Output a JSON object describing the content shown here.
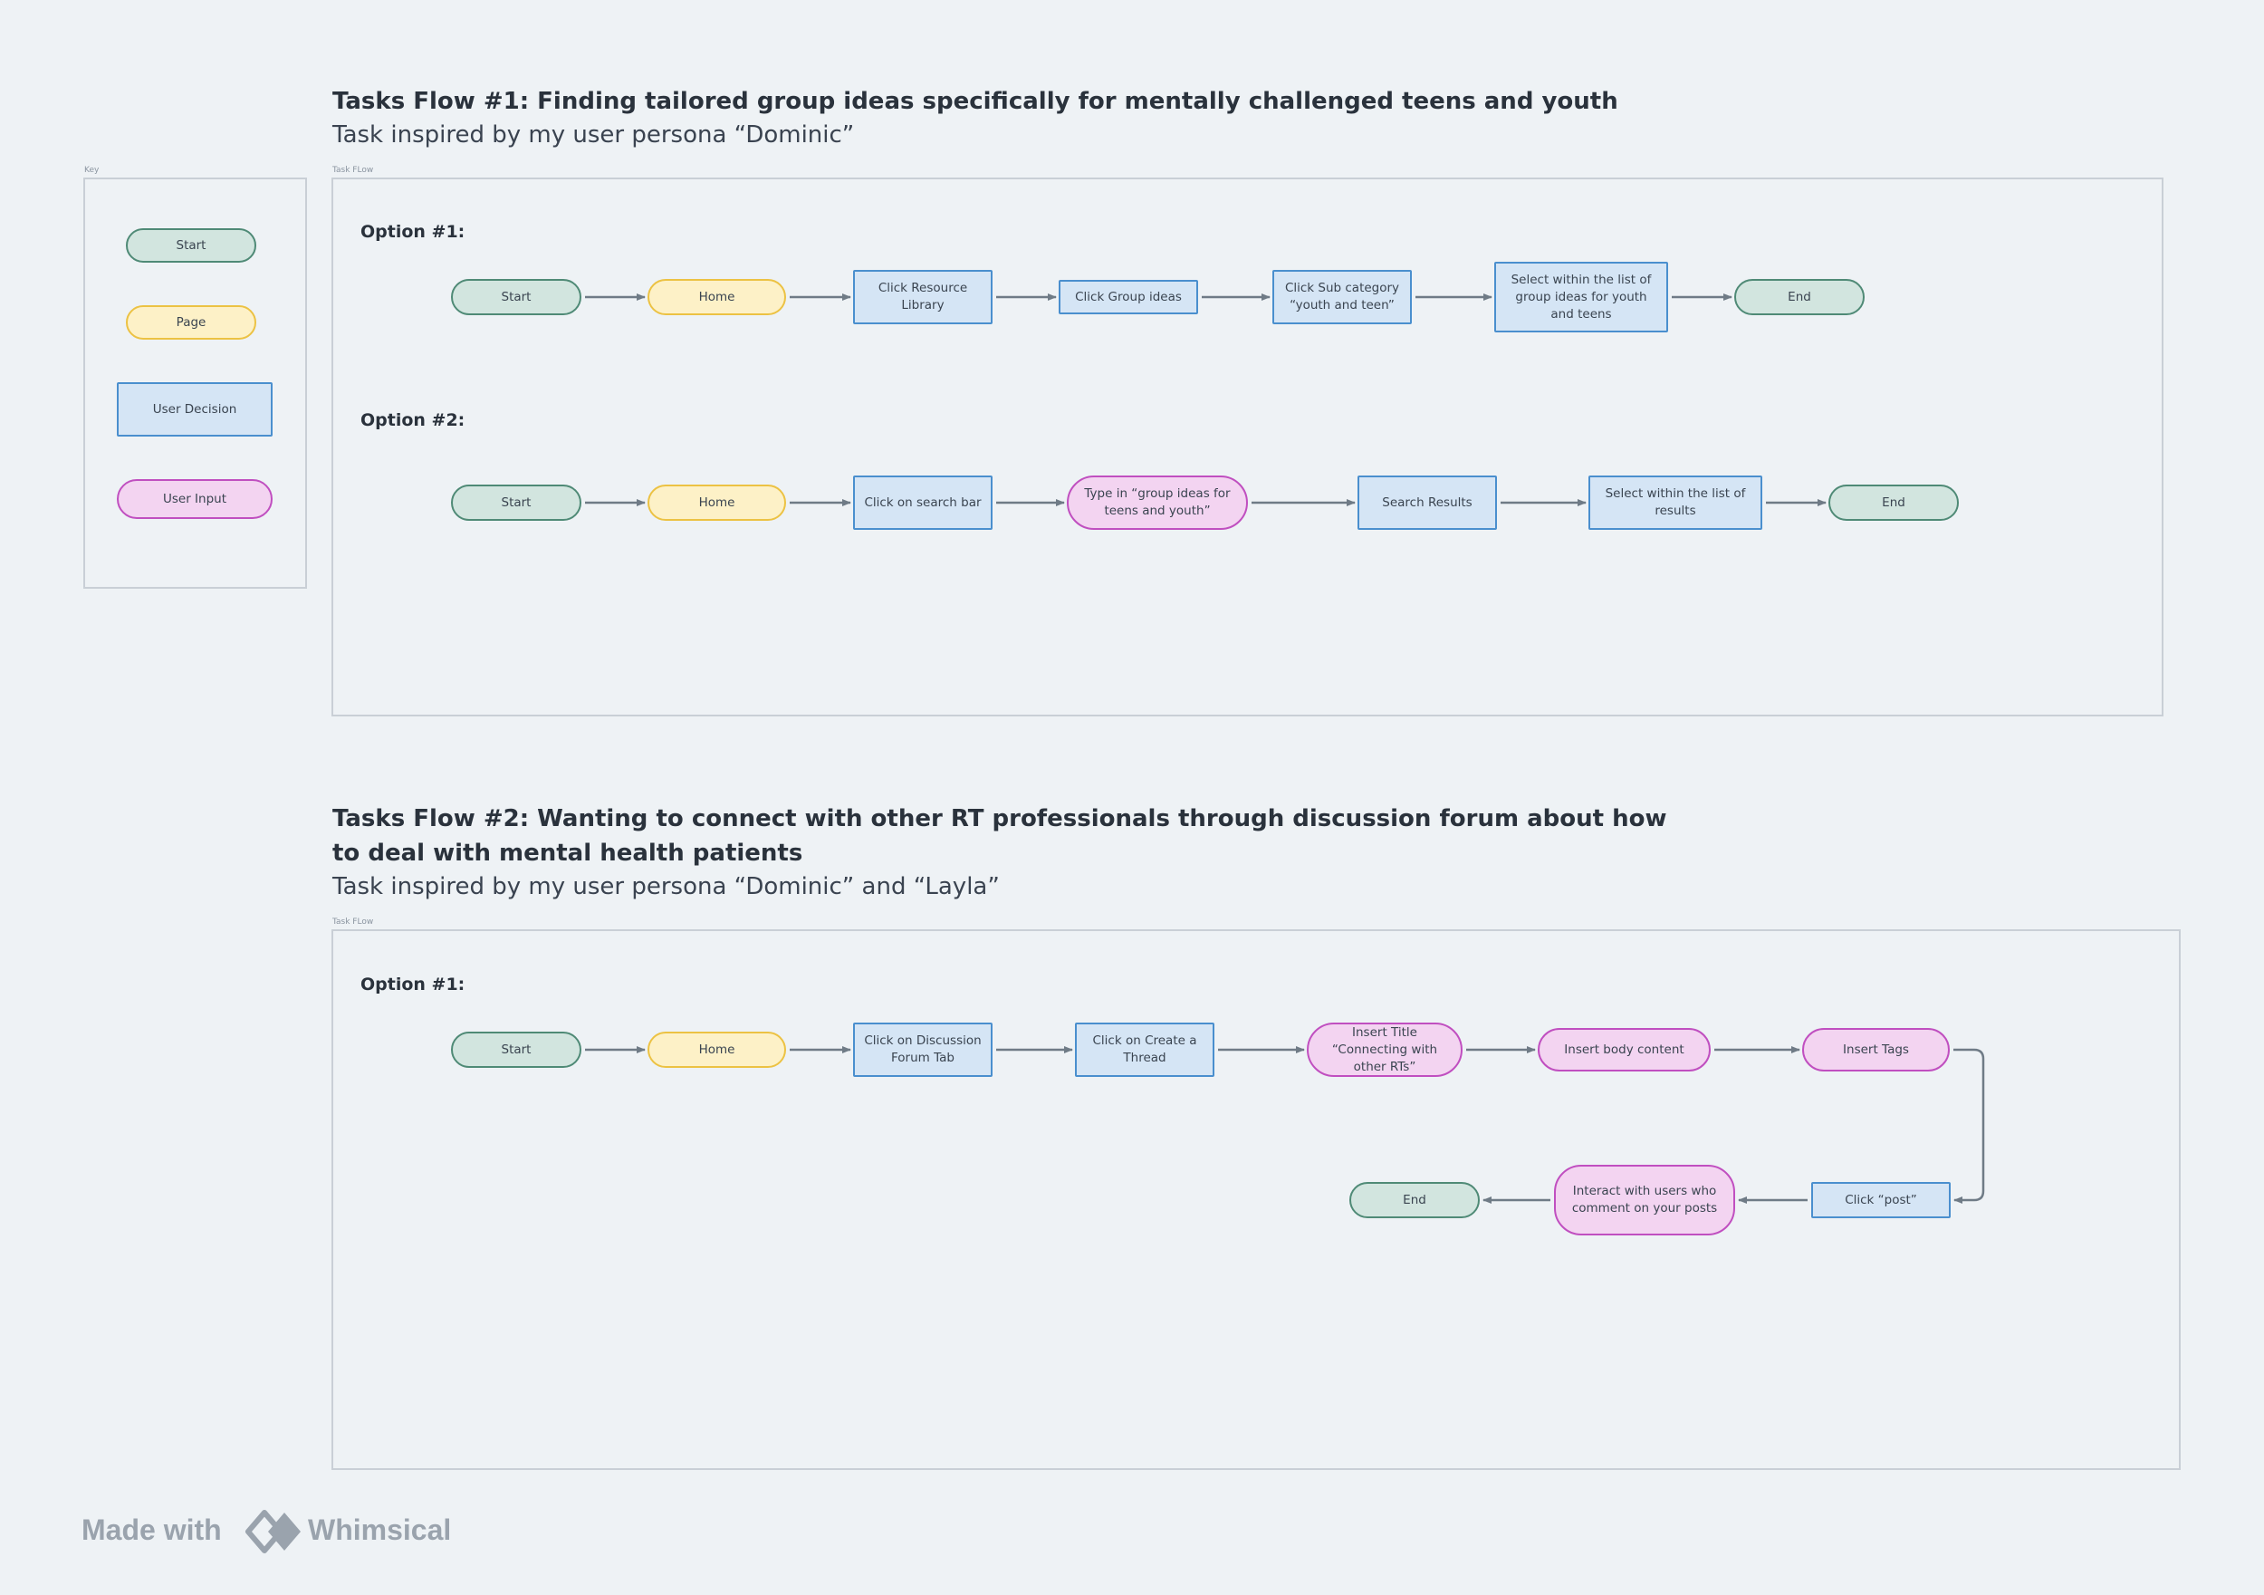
{
  "flow1": {
    "title": "Tasks Flow #1: Finding tailored group ideas specifically for mentally challenged teens and youth",
    "subtitle": "Task inspired by my user persona “Dominic”",
    "frame_label": "Task FLow",
    "option1": {
      "label": "Option #1:",
      "nodes": [
        "Start",
        "Home",
        "Click Resource Library",
        "Click Group ideas",
        "Click Sub category “youth and teen”",
        "Select within the list of group ideas for youth and teens",
        "End"
      ]
    },
    "option2": {
      "label": "Option #2:",
      "nodes": [
        "Start",
        "Home",
        "Click on search bar",
        "Type in “group ideas for teens and youth”",
        "Search Results",
        "Select within the list of results",
        "End"
      ]
    }
  },
  "key": {
    "label": "Key",
    "items": [
      "Start",
      "Page",
      "User Decision",
      "User Input"
    ]
  },
  "flow2": {
    "title_line1": "Tasks Flow #2: Wanting to connect with other RT professionals through discussion forum about how",
    "title_line2": "to deal with mental health patients",
    "subtitle": "Task inspired by my user persona “Dominic” and “Layla”",
    "frame_label": "Task FLow",
    "option1": {
      "label": "Option #1:",
      "nodes": [
        "Start",
        "Home",
        "Click on Discussion Forum Tab",
        "Click on Create a Thread",
        "Insert Title “Connecting with other RTs”",
        "Insert body content",
        "Insert Tags",
        "Click “post”",
        "Interact with users who comment on your posts",
        "End"
      ]
    }
  },
  "watermark": {
    "made_with": "Made with",
    "brand": "Whimsical"
  },
  "colors": {
    "start_fill": "#d2e5df",
    "start_stroke": "#4f8a76",
    "page_fill": "#fdf1c7",
    "page_stroke": "#ecc243",
    "decision_fill": "#d5e5f5",
    "decision_stroke": "#4a8fce",
    "input_fill": "#f3d4f1",
    "input_stroke": "#c04fc0",
    "connector": "#6f7b86"
  }
}
